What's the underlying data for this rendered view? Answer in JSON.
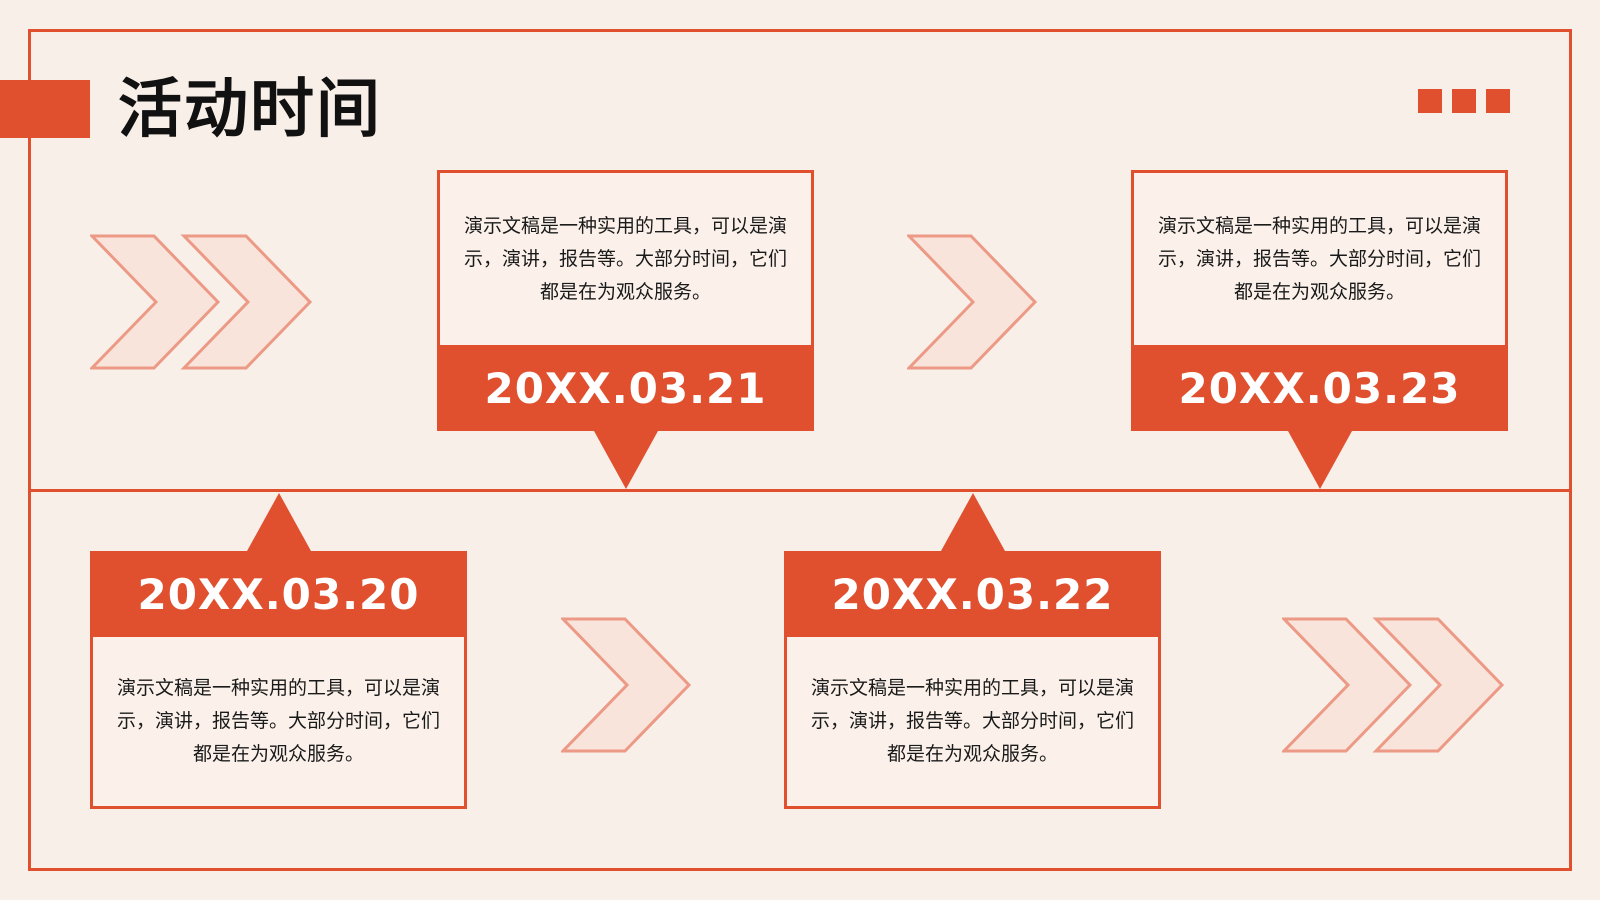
{
  "title": "活动时间",
  "colors": {
    "accent": "#e0502e",
    "chevron_stroke": "#ec9a86",
    "chevron_fill": "#f8e4da",
    "background": "#f9efe9"
  },
  "events": [
    {
      "date": "20XX.03.20",
      "text": "演示文稿是一种实用的工具，可以是演示，演讲，报告等。大部分时间，它们都是在为观众服务。"
    },
    {
      "date": "20XX.03.21",
      "text": "演示文稿是一种实用的工具，可以是演示，演讲，报告等。大部分时间，它们都是在为观众服务。"
    },
    {
      "date": "20XX.03.22",
      "text": "演示文稿是一种实用的工具，可以是演示，演讲，报告等。大部分时间，它们都是在为观众服务。"
    },
    {
      "date": "20XX.03.23",
      "text": "演示文稿是一种实用的工具，可以是演示，演讲，报告等。大部分时间，它们都是在为观众服务。"
    }
  ]
}
